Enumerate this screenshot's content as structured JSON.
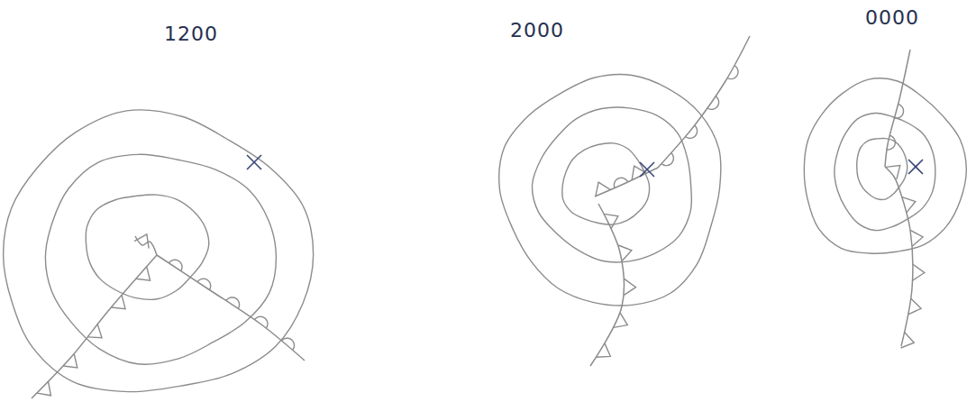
{
  "diagram": {
    "labels": [
      "1200",
      "2000",
      "0000"
    ]
  }
}
